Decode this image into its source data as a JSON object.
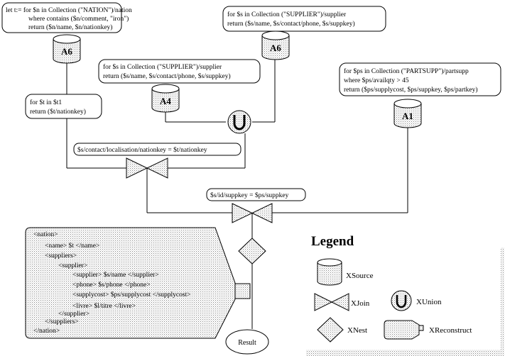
{
  "queries": {
    "nation_source": [
      "let t:= for $n in Collection (\"NATION\")/nation",
      "where contains ($n/comment, \"iron\")",
      "return ($n/name, $n/nationkey)"
    ],
    "supplier_source_top": [
      "for $s in Collection (\"SUPPLIER\")/supplier",
      "return ($s/name, $s/contact/phone, $s/suppkey)"
    ],
    "supplier_source_mid": [
      "for $s in Collection (\"SUPPLIER\")/supplier",
      "return ($s/name, $s/contact/phone, $s/suppkey)"
    ],
    "partsupp_source": [
      "for $ps in Collection (\"PARTSUPP\")/partsupp",
      "where $ps/availqty > 45",
      "return ($ps/supplycost, $ps/suppkey, $ps/partkey)"
    ],
    "t_iteration": [
      "for $t in $t1",
      "return ($t/nationkey)"
    ]
  },
  "sources": {
    "a6_left": "A6",
    "a6_right": "A6",
    "a4": "A4",
    "a1": "A1"
  },
  "joins": {
    "nation_join": "$s/contact/localisation/nationkey = $t/nationkey",
    "supp_join": "$s/id/suppkey = $ps/suppkey"
  },
  "reconstruct_template": [
    "<nation>",
    "<name> $t </name>",
    "<suppliers>",
    "<supplier>",
    "<supplier> $s/name </supplier>",
    "<phone> $s/phone </phone>",
    "<supplycost> $ps/supplycost </supplycost>",
    "<livre> $l/titre </livre>",
    "</supplier>",
    "</suppliers>",
    "</nation>"
  ],
  "result_label": "Result",
  "legend": {
    "title": "Legend",
    "xsource": "XSource",
    "xjoin": "XJoin",
    "xunion": "XUnion",
    "xnest": "XNest",
    "xreconstruct": "XReconstruct"
  }
}
